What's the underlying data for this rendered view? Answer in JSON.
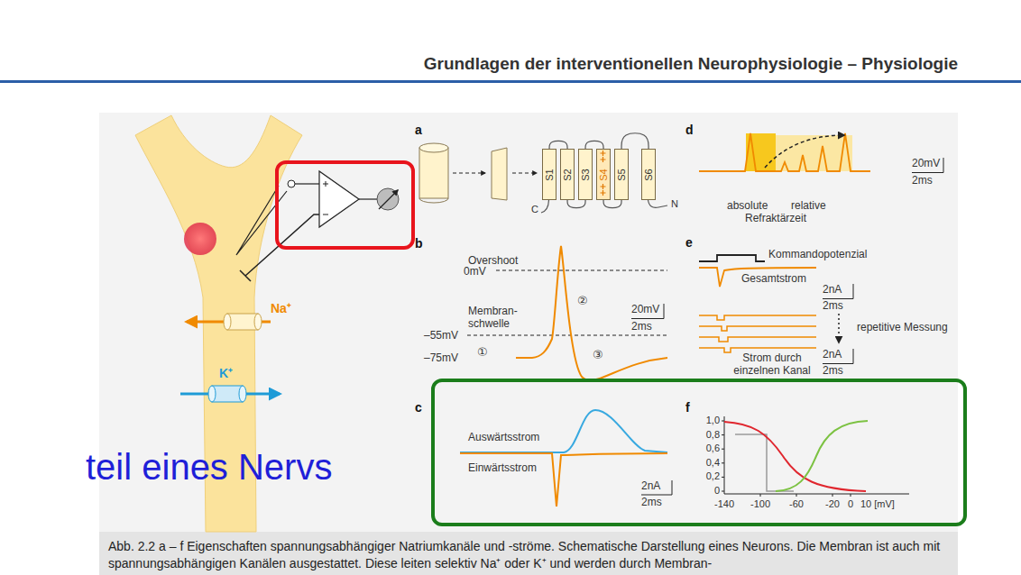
{
  "diagram": {
    "title": "Grundlagen der interventionellen Neurophysiologie – Physiologie",
    "caption": "Abb. 2.2 a – f Eigenschaften spannungsabhängiger Natriumkanäle und -ströme. Schematische Darstellung eines Neurons. Die Membran ist auch mit spannungsabhängigen Kanälen ausgestattet. Diese leiten selektiv Na⁺ oder K⁺ und werden durch Membran-",
    "nodes": [
      {
        "text": [
          "S1"
        ]
      },
      {
        "text": [
          "S2"
        ]
      },
      {
        "text": [
          "S3"
        ]
      },
      {
        "text": [
          "S4"
        ]
      },
      {
        "text": [
          "S5"
        ]
      },
      {
        "text": [
          "S6"
        ]
      }
    ],
    "edges": [
      {
        "from": 0,
        "to": 1,
        "arrow": "none"
      },
      {
        "from": 1,
        "to": 2,
        "arrow": "none"
      },
      {
        "from": 2,
        "to": 3,
        "arrow": "none"
      },
      {
        "from": 3,
        "to": 4,
        "arrow": "none"
      },
      {
        "from": 4,
        "to": 5,
        "arrow": "none"
      }
    ],
    "labels": [
      "a",
      "C",
      "N",
      "b",
      "Overshoot",
      "0mV",
      "Membran- schwelle",
      "–55mV",
      "–75mV",
      "①",
      "②",
      "③",
      "20mV",
      "2ms",
      "c",
      "Auswärtsstrom",
      "Einwärtsstrom",
      "2nA",
      "2ms",
      "d",
      "20mV",
      "2ms",
      "absolute",
      "relative",
      "Refraktärzeit",
      "e",
      "Kommandopotenzial",
      "Gesamtstrom",
      "2nA",
      "2ms",
      "repetitive Messung",
      "Strom durch einzelnen Kanal",
      "2nA",
      "2ms",
      "f",
      "1,0",
      "0,8",
      "0,6",
      "0,4",
      "0,2",
      "0",
      "-140",
      "-100",
      "-60",
      "-20",
      "0",
      "10 [mV]",
      "Na⁺",
      "K⁺",
      "teil eines Nervs"
    ]
  }
}
